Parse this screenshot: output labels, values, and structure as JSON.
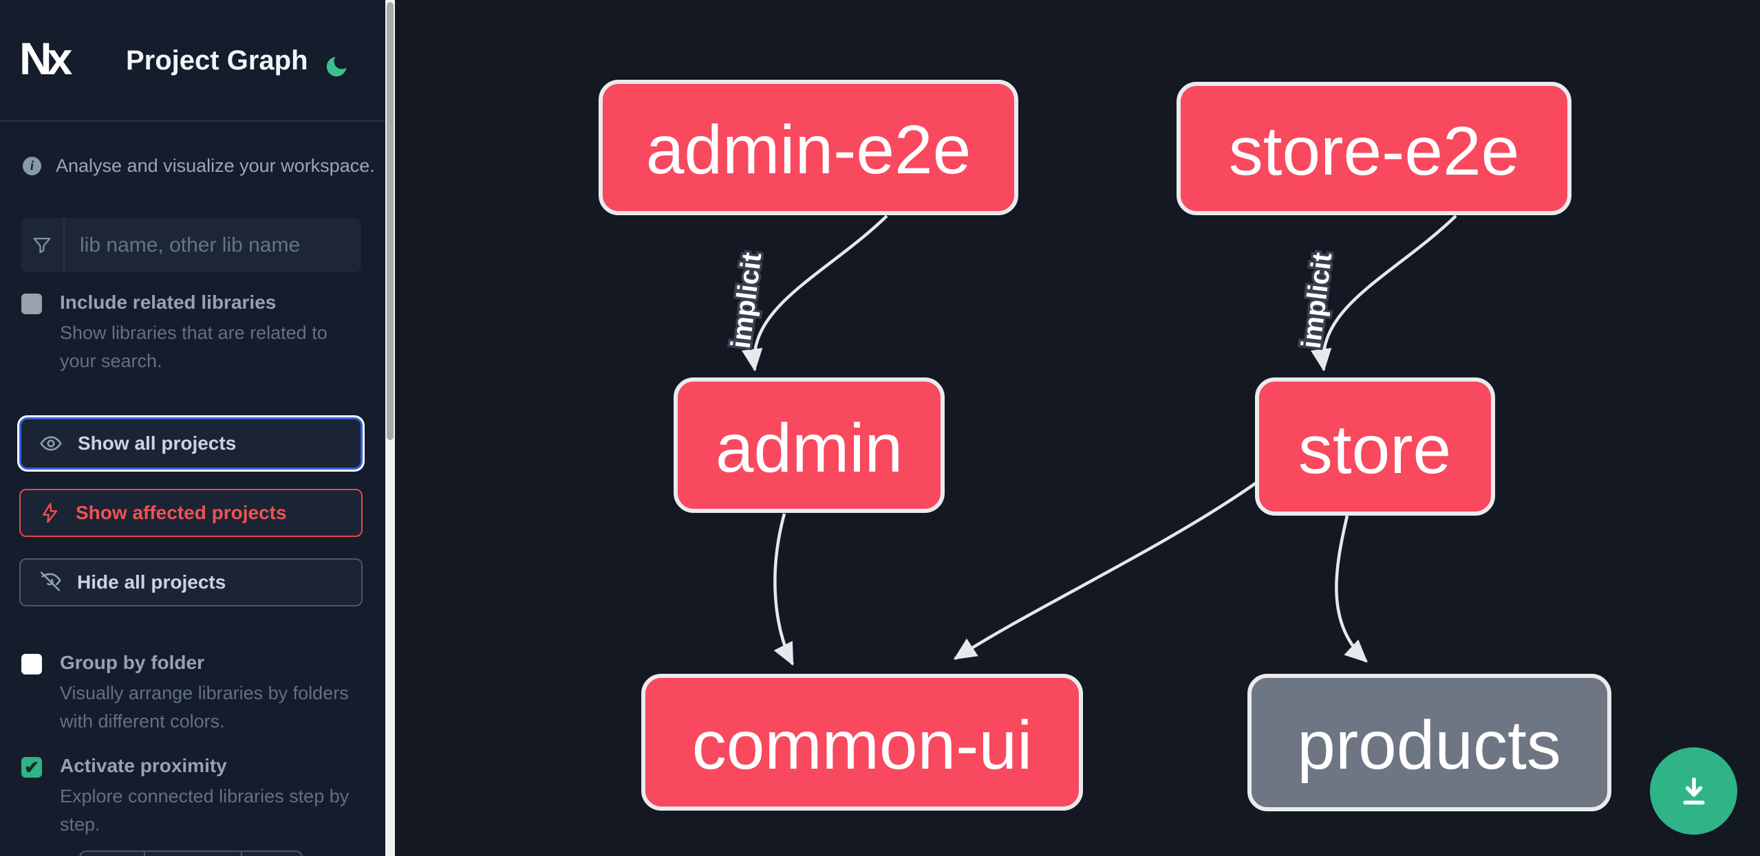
{
  "app": {
    "logo_text": "Nx",
    "title": "Project Graph",
    "description": "Analyse and visualize your workspace."
  },
  "search": {
    "placeholder": "lib name, other lib name",
    "value": ""
  },
  "options": [
    {
      "id": "include-related",
      "label": "Include related libraries",
      "description": "Show libraries that are related to your search.",
      "checked": false
    },
    {
      "id": "group-by-folder",
      "label": "Group by folder",
      "description": "Visually arrange libraries by folders with different colors.",
      "checked": false
    },
    {
      "id": "activate-proximity",
      "label": "Activate proximity",
      "description": "Explore connected libraries step by step.",
      "checked": true,
      "check_glyph": "✔"
    }
  ],
  "actions": [
    {
      "id": "show-all",
      "label": "Show all projects",
      "icon": "eye-icon",
      "state": "focused"
    },
    {
      "id": "show-affected",
      "label": "Show affected projects",
      "icon": "bolt-icon",
      "state": "affected"
    },
    {
      "id": "hide-all",
      "label": "Hide all projects",
      "icon": "eye-off-icon",
      "state": "default"
    }
  ],
  "graph": {
    "nodes": [
      {
        "id": "admin-e2e",
        "label": "admin-e2e",
        "type": "affected"
      },
      {
        "id": "store-e2e",
        "label": "store-e2e",
        "type": "affected"
      },
      {
        "id": "admin",
        "label": "admin",
        "type": "affected"
      },
      {
        "id": "store",
        "label": "store",
        "type": "affected"
      },
      {
        "id": "common-ui",
        "label": "common-ui",
        "type": "affected"
      },
      {
        "id": "products",
        "label": "products",
        "type": "plain"
      }
    ],
    "edges": [
      {
        "from": "admin-e2e",
        "to": "admin",
        "label": "implicit"
      },
      {
        "from": "store-e2e",
        "to": "store",
        "label": "implicit"
      },
      {
        "from": "admin",
        "to": "common-ui",
        "label": ""
      },
      {
        "from": "store",
        "to": "common-ui",
        "label": ""
      },
      {
        "from": "store",
        "to": "products",
        "label": ""
      }
    ]
  },
  "fab": {
    "icon": "download-icon"
  },
  "colors": {
    "sidebar_bg": "#151c2b",
    "canvas_bg": "#131823",
    "node_affected": "#f8495f",
    "node_plain": "#6e7683",
    "node_border": "#e9ebee",
    "edge": "#e6e8eb",
    "accent_blue": "#3462de",
    "accent_red": "#e5484d",
    "accent_green": "#2eb486",
    "scroll_track": "#f2f2f2",
    "scroll_thumb": "#a7a9ad"
  }
}
